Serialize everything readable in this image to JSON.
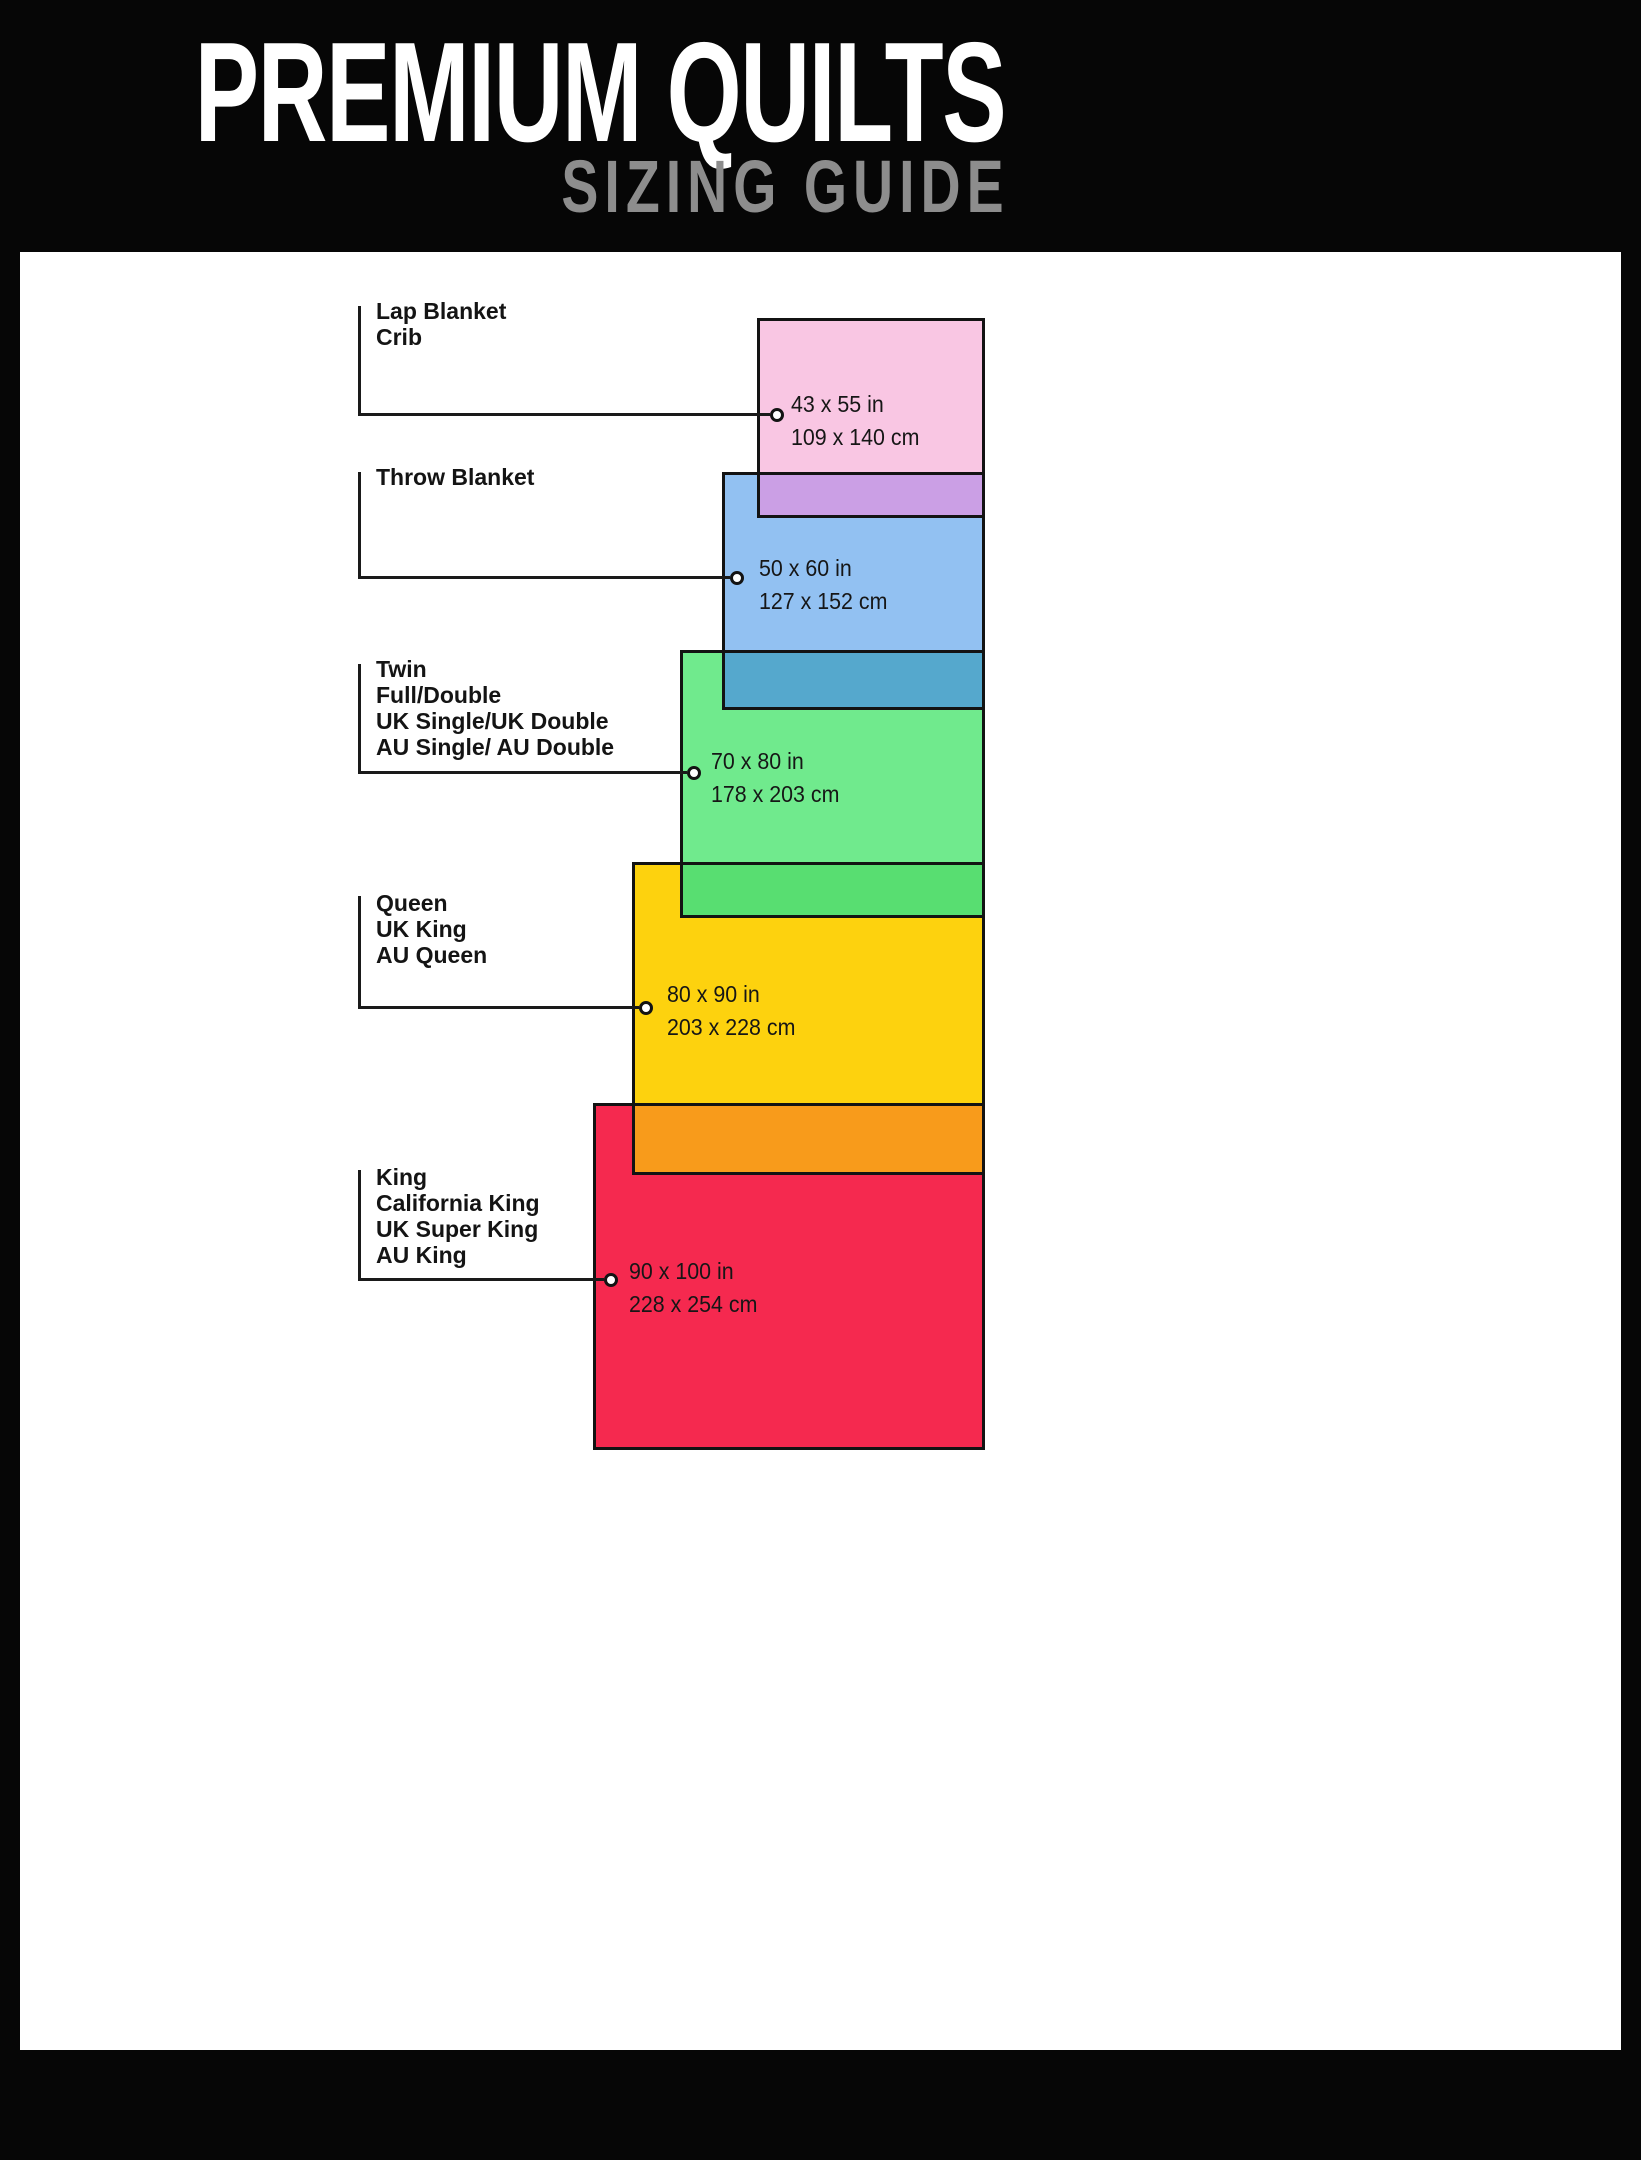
{
  "header": {
    "title": "PREMIUM QUILTS",
    "subtitle": "SIZING GUIDE"
  },
  "sizes": [
    {
      "id": "lap-blanket-crib",
      "labels": [
        "Lap Blanket",
        "Crib"
      ],
      "inches": "43 x 55 in",
      "cm": "109 x 140 cm",
      "color": "#f9c6e3"
    },
    {
      "id": "throw-blanket",
      "labels": [
        "Throw Blanket"
      ],
      "inches": "50 x 60 in",
      "cm": "127 x 152 cm",
      "color": "#92c1f2"
    },
    {
      "id": "twin-full-double",
      "labels": [
        "Twin",
        "Full/Double",
        "UK Single/UK Double",
        "AU Single/ AU Double"
      ],
      "inches": "70 x 80 in",
      "cm": "178 x 203 cm",
      "color": "#70ea8d"
    },
    {
      "id": "queen",
      "labels": [
        "Queen",
        "UK King",
        "AU Queen"
      ],
      "inches": "80 x 90 in",
      "cm": "203 x 228 cm",
      "color": "#fdd20e"
    },
    {
      "id": "king",
      "labels": [
        "King",
        "California King",
        "UK Super King",
        "AU King"
      ],
      "inches": "90 x 100 in",
      "cm": "228 x 254 cm",
      "color": "#f5294f"
    }
  ],
  "overlaps": {
    "pink_blue": "#cb9fe5",
    "blue_green": "#55a8cd",
    "green_yellow": "#58de71",
    "yellow_red": "#f89b1b"
  }
}
